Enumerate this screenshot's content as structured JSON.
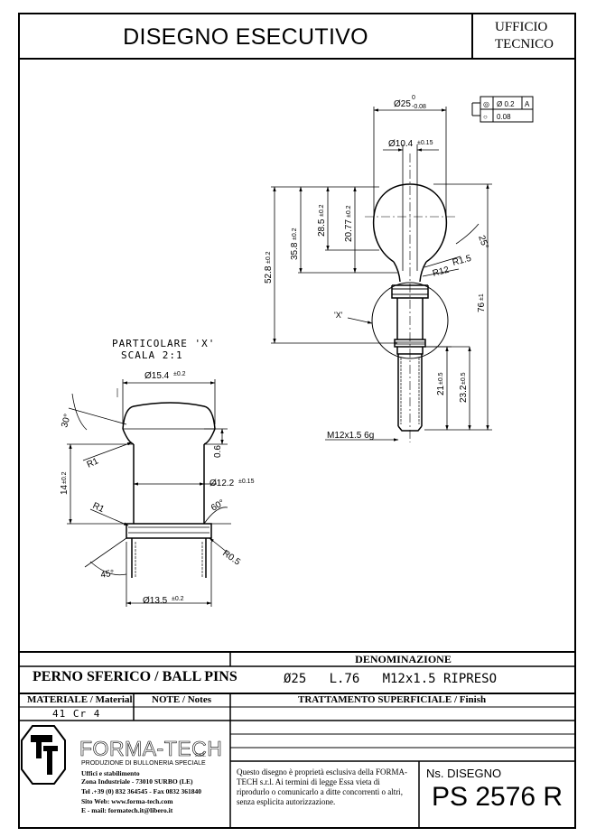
{
  "header": {
    "title": "DISEGNO ESECUTIVO",
    "office_line1": "UFFICIO",
    "office_line2": "TECNICO"
  },
  "drawing": {
    "detail_title": "PARTICOLARE 'X'",
    "detail_scale": "SCALA 2:1",
    "dims_main": {
      "d25": "Ø25",
      "d25_tol_up": "0",
      "d25_tol_low": "-0.08",
      "d104": "Ø10.4",
      "d104_tol": "±0.15",
      "l528": "52.8",
      "l528_tol": "±0.2",
      "l358": "35.8",
      "l358_tol": "±0.2",
      "l285": "28.5",
      "l285_tol": "±0.2",
      "l2077": "20.77",
      "l2077_tol": "±0.2",
      "l76": "76",
      "l76_tol": "±1",
      "l21": "21",
      "l21_tol": "±0.5",
      "l232": "23.2",
      "l232_tol": "±0.5",
      "angle25": "25°",
      "r15": "R1.5",
      "r12": "R12",
      "x_label": "'X'",
      "thread": "M12x1.5  6g"
    },
    "tolerance_frame": {
      "row1_symbol": "◎",
      "row1_value": "Ø 0.2",
      "row1_datum": "A",
      "row2_symbol": "○",
      "row2_value": "0.08"
    },
    "dims_detail": {
      "d154": "Ø15.4",
      "d154_tol": "±0.2",
      "angle30": "30°",
      "r1_top": "R1",
      "v06": "0.6",
      "l14": "14",
      "l14_tol": "±0.2",
      "d122": "Ø12.2",
      "d122_tol": "±0.15",
      "r1_bottom": "R1",
      "angle60": "60°",
      "r05": "R0.5",
      "angle45": "45°",
      "d135": "Ø13.5",
      "d135_tol": "±0.2"
    }
  },
  "title_block": {
    "denominazione_label": "DENOMINAZIONE",
    "part_name": "PERNO SFERICO / BALL PINS",
    "part_spec": "Ø25   L.76   M12x1.5 RIPRESO",
    "materiale_label": "MATERIALE / Material",
    "note_label": "NOTE / Notes",
    "trattamento_label": "TRATTAMENTO SUPERFICIALE / Finish",
    "material_value": "41 Cr 4",
    "company": {
      "logo_letters": "FT",
      "name": "FORMA-TECH",
      "suffix": "s.r.l.",
      "tagline": "PRODUZIONE DI BULLONERIA SPECIALE",
      "offices_label": "Uffici e stabilimento",
      "address": "Zona Industriale - 73010 SURBO (LE)",
      "phone": "Tel .+39 (0) 832 364545 - Fax 0832 361840",
      "web": "Sito Web:  www.forma-tech.com",
      "email": "E - mail:  formatech.it@libero.it"
    },
    "notice": "Questo disegno è proprietà esclusiva della FORMA-TECH s.r.l. Ai termini di legge Essa vieta di riprodurlo o comunicarlo a ditte concorrenti o altri, senza esplicita autorizzazione.",
    "drawing_no_label": "Ns. DISEGNO",
    "drawing_no": "PS 2576 R"
  }
}
